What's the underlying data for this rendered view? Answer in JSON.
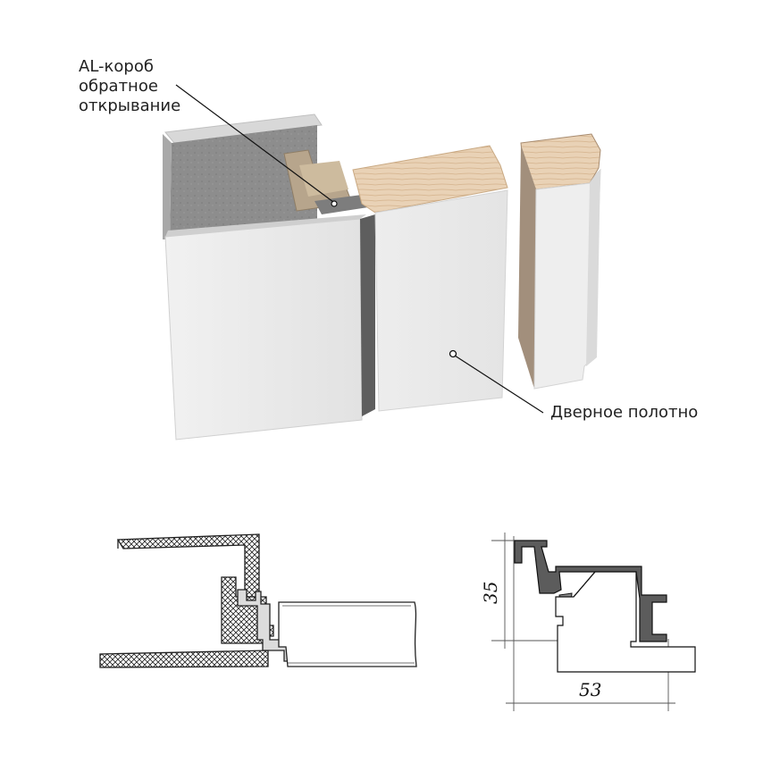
{
  "labels": {
    "al_box": [
      "AL-короб",
      "обратное",
      "открывание"
    ],
    "door_leaf": "Дверное полотно"
  },
  "dimensions": {
    "height": "35",
    "width": "53"
  },
  "colors": {
    "door_white": "#ebebeb",
    "concrete": "#8d8d8d",
    "wood": "#e7cfb3",
    "aluminium": "#b4b4b4",
    "profile_gray": "#5a5a5a",
    "line": "#222222"
  }
}
